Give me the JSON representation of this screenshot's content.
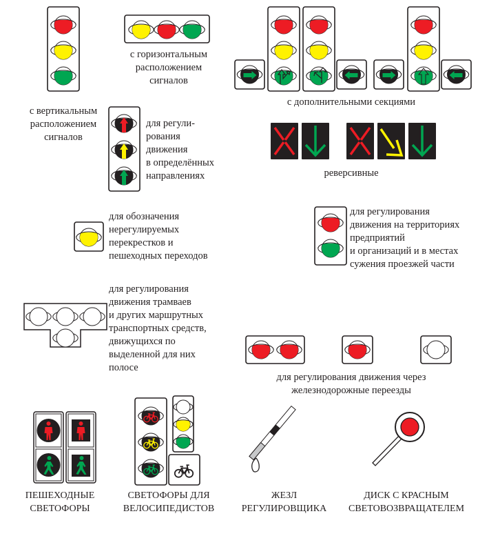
{
  "colors": {
    "red": "#ed1c24",
    "yellow": "#fff200",
    "green": "#00a651",
    "dark": "#231f20",
    "outline": "#231f20",
    "gray": "#c7c8ca"
  },
  "labels": {
    "horizontal": "с горизонтальным\nрасположением\nсигналов",
    "vertical": "с вертикальным\nрасположением\nсигналов",
    "directional": "для регули-\nрования\nдвижения\nв определённых\nнаправлениях",
    "additional_sections": "с дополнительными секциями",
    "reversible": "реверсивные",
    "unregulated": "для обозначения\nнерегулируемых\nперекрестков и\nпешеходных переходов",
    "enterprise": "для регулирования\nдвижения на территориях\nпредприятий\nи организаций и в местах\nсужения проезжей части",
    "tram": "для регулирования\nдвижения трамваев\nи других маршрутных\nтранспортных средств,\nдвижущихся по\nвыделенной для них\nполосе",
    "railway": "для регулирования движения через\nжелезнодорожные переезды",
    "pedestrian": "ПЕШЕХОДНЫЕ\nСВЕТОФОРЫ",
    "bicycle": "СВЕТОФОРЫ ДЛЯ\nВЕЛОСИПЕДИСТОВ",
    "baton": "ЖЕЗЛ\nРЕГУЛИРОВЩИКА",
    "disc": "ДИСК С КРАСНЫМ\nСВЕТОВОЗВРАЩАТЕЛЕМ"
  },
  "icons": {
    "vertical_light": [
      "red",
      "yellow",
      "green"
    ],
    "horizontal_light": [
      "yellow",
      "red",
      "green"
    ],
    "directional_arrows": [
      "red",
      "yellow",
      "green"
    ],
    "reversible_group_1": [
      "red-x",
      "green-down-arrow"
    ],
    "reversible_group_2": [
      "red-x",
      "yellow-diagonal-arrow",
      "green-down-arrow"
    ],
    "enterprise_light": [
      "red",
      "green"
    ],
    "railway_lights": [
      "two-red",
      "one-red",
      "one-white"
    ],
    "pedestrian_signals": [
      "red-standing-person",
      "green-walking-person"
    ],
    "bicycle_signals": [
      "red",
      "yellow",
      "green"
    ]
  }
}
